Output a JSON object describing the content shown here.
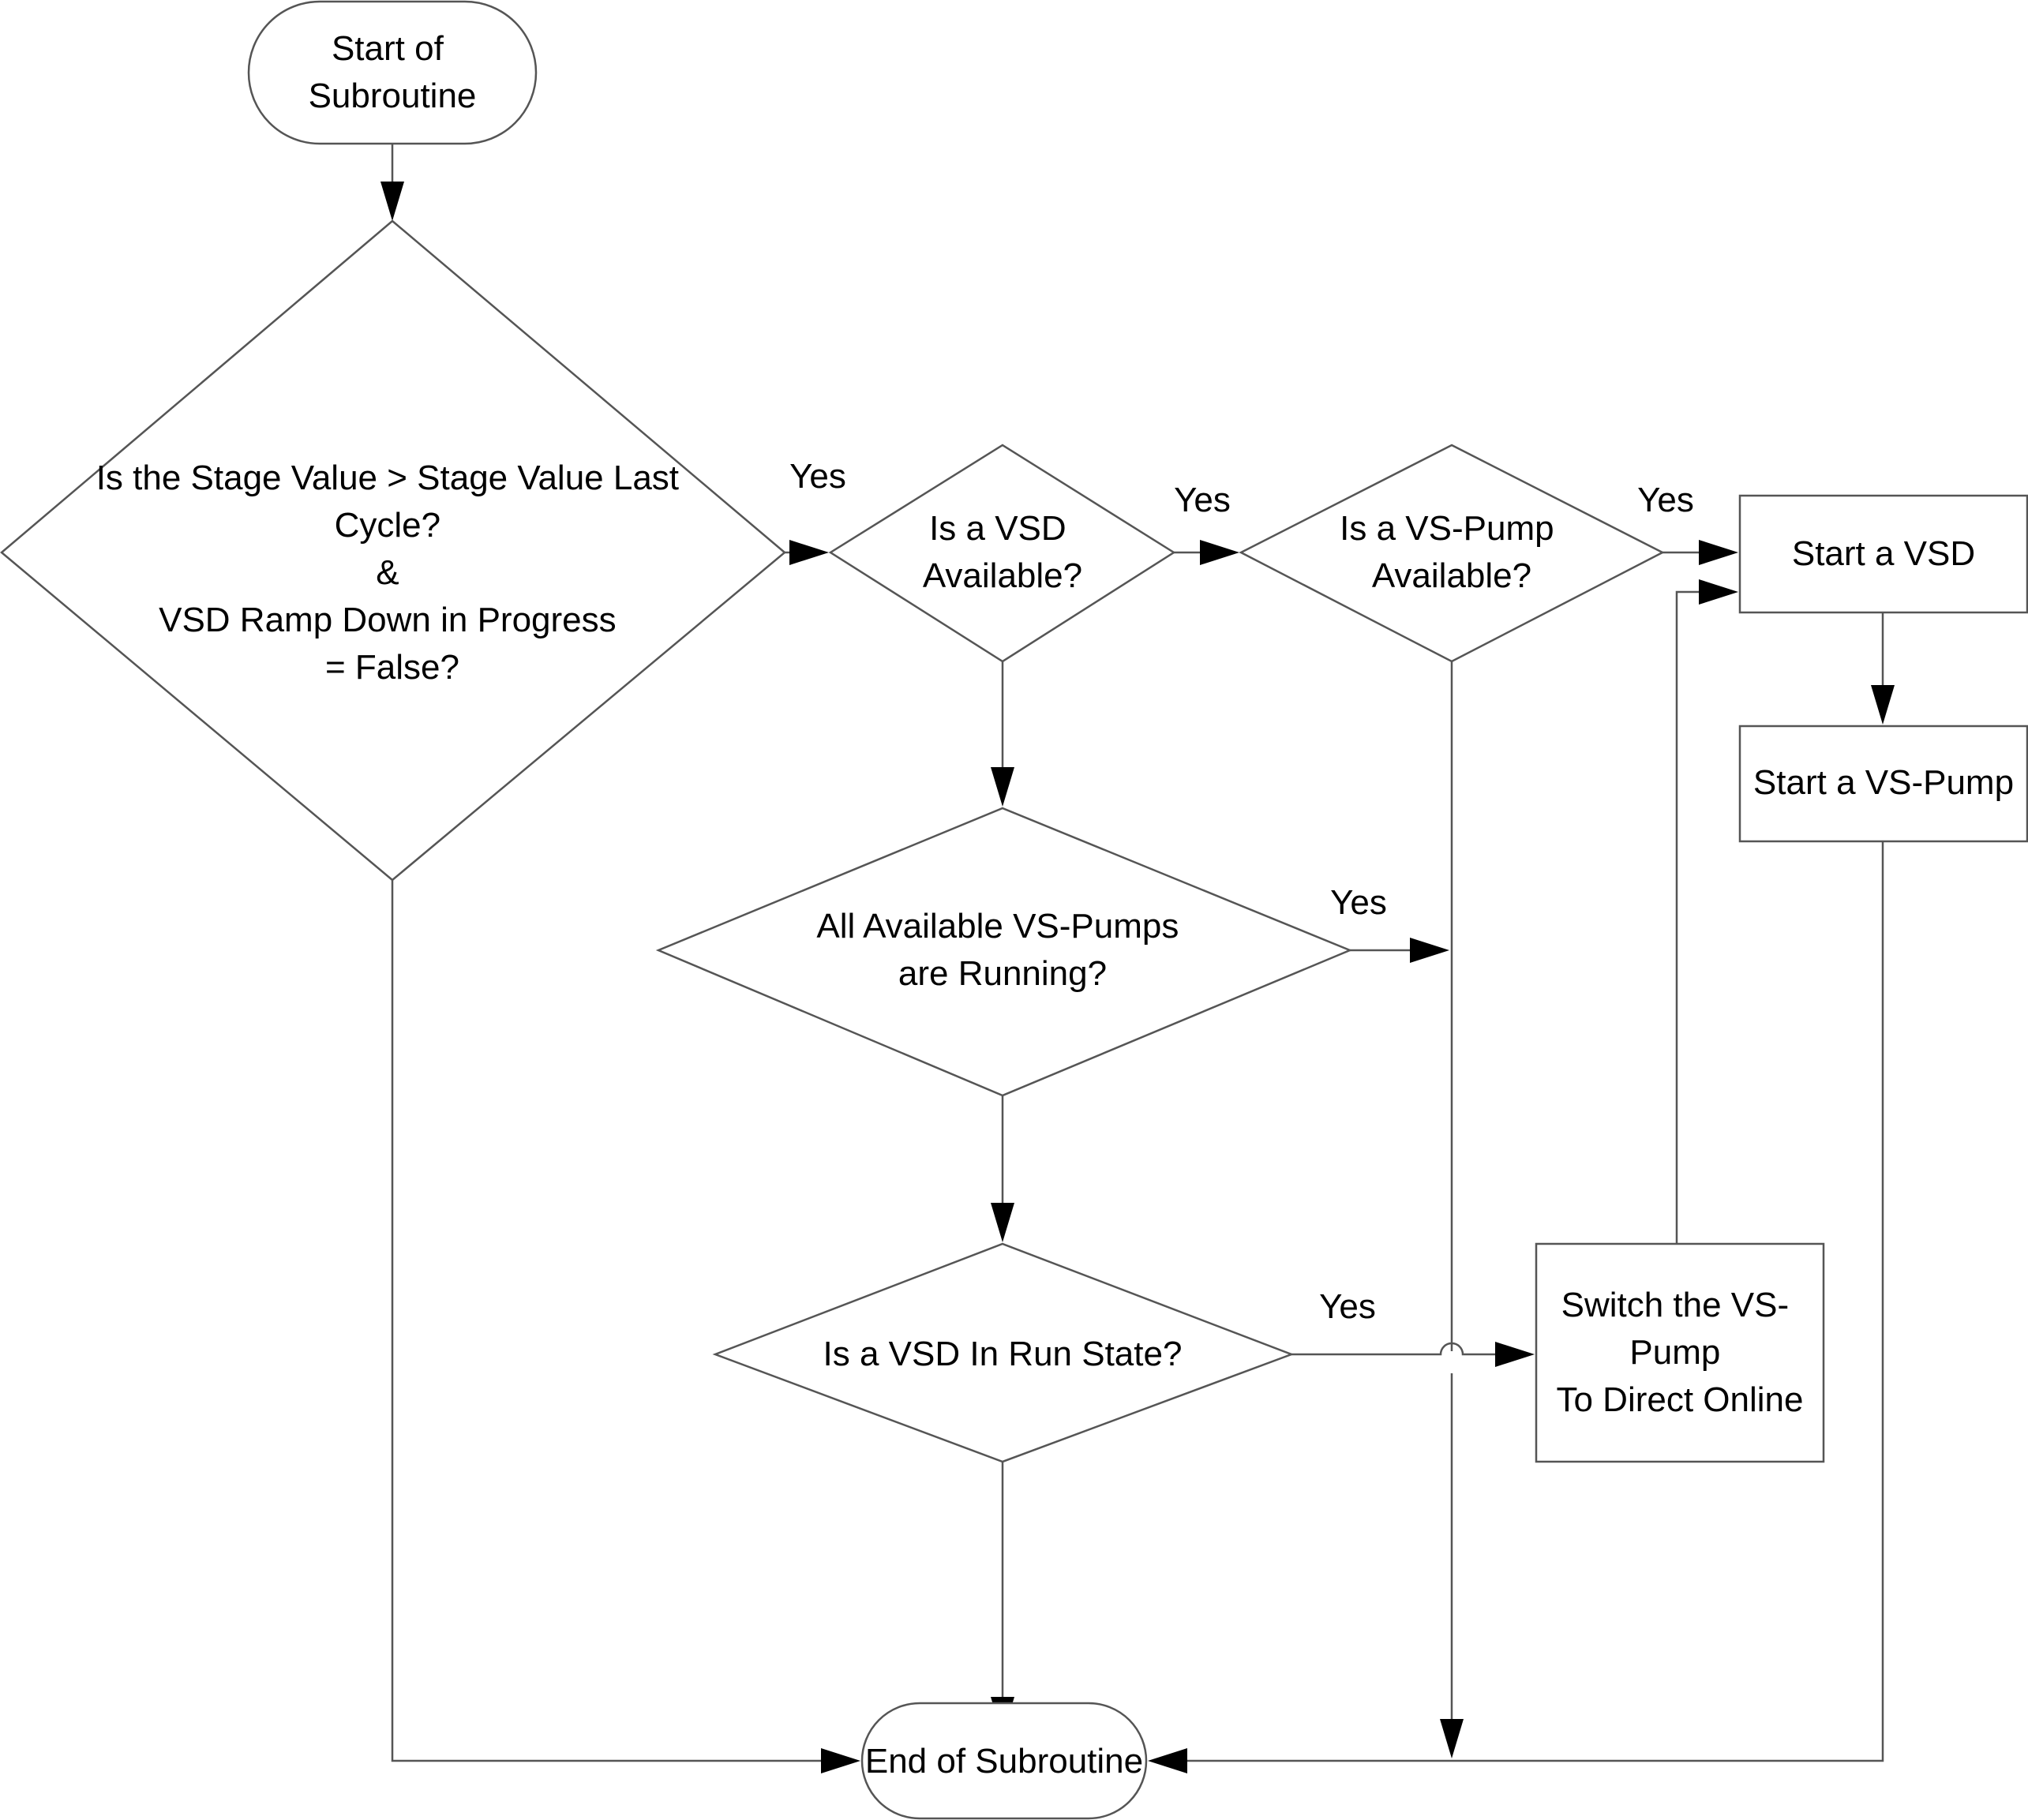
{
  "nodes": {
    "start": {
      "lines": [
        "Start of",
        "Subroutine"
      ]
    },
    "decision_stage": {
      "lines": [
        "Is the Stage Value > Stage Value Last",
        "Cycle?",
        "&",
        "VSD Ramp Down  in Progress",
        "= False?"
      ]
    },
    "decision_vsd_available": {
      "lines": [
        "Is a VSD",
        "Available?"
      ]
    },
    "decision_vs_pump_available": {
      "lines": [
        "Is a VS-Pump",
        "Available?"
      ]
    },
    "process_start_vsd": {
      "lines": [
        "Start a VSD"
      ]
    },
    "process_start_vs_pump": {
      "lines": [
        "Start a VS-Pump"
      ]
    },
    "decision_all_running": {
      "lines": [
        "All Available VS-Pumps",
        "are Running?"
      ]
    },
    "decision_vsd_run_state": {
      "lines": [
        "Is a VSD In Run State?"
      ]
    },
    "process_switch_pump": {
      "lines": [
        "Switch the VS-",
        "Pump",
        "To Direct Online"
      ]
    },
    "end": {
      "lines": [
        "End of Subroutine"
      ]
    }
  },
  "edge_labels": {
    "stage_yes": "Yes",
    "vsd_available_yes": "Yes",
    "vs_pump_available_yes": "Yes",
    "all_running_yes": "Yes",
    "run_state_yes": "Yes"
  }
}
